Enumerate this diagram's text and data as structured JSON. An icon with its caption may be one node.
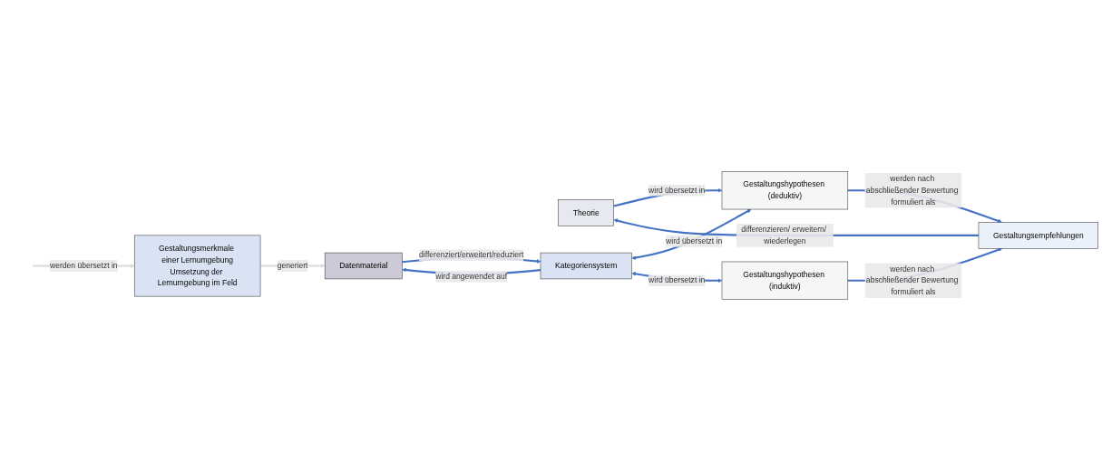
{
  "diagram": {
    "nodes": [
      {
        "text": [
          "Theorie"
        ]
      },
      {
        "text": [
          "Gestaltungshypothesen (deduktiv)"
        ]
      },
      {
        "text": [
          "Gestaltungsempfehlungen"
        ]
      },
      {
        "text": [
          "Gestaltungshypothesen (induktiv)"
        ]
      },
      {
        "text": [
          "Gestaltungsmerkmale einer Lernumgebung",
          "Umsetzung der Lernumgebung im Feld"
        ]
      },
      {
        "text": [
          "Kategoriensystem"
        ]
      },
      {
        "text": [
          "Datenmaterial"
        ]
      }
    ],
    "edges": [
      {
        "from": 0,
        "to": 1,
        "arrow": "to",
        "label": "wird übersetzt in"
      },
      {
        "from": 1,
        "to": 2,
        "arrow": "to",
        "label": "werden nach abschließender Bewertung formuliert als"
      },
      {
        "from": 3,
        "to": 2,
        "arrow": "to",
        "label": "werden nach abschließender Bewertung formuliert als"
      },
      {
        "from": 2,
        "to": 0,
        "arrow": "to",
        "label": "differenzieren/ erweitern/ wiederlegen"
      },
      {
        "from": 5,
        "to": 1,
        "arrow": "both",
        "label": "wird übersetzt in"
      },
      {
        "from": 5,
        "to": 3,
        "arrow": "both",
        "label": "wird übersetzt in"
      },
      {
        "from": null,
        "to": 4,
        "arrow": "to",
        "label": "werden übersetzt in",
        "color": "#d9d9d9"
      },
      {
        "from": 4,
        "to": 6,
        "arrow": "to",
        "label": "generiert",
        "color": "#d9d9d9"
      },
      {
        "from": 5,
        "to": 6,
        "arrow": "to",
        "label": "wird angewendet auf"
      },
      {
        "from": 6,
        "to": 5,
        "arrow": "to",
        "label": "differenziert/erweitert/reduziert"
      }
    ]
  }
}
